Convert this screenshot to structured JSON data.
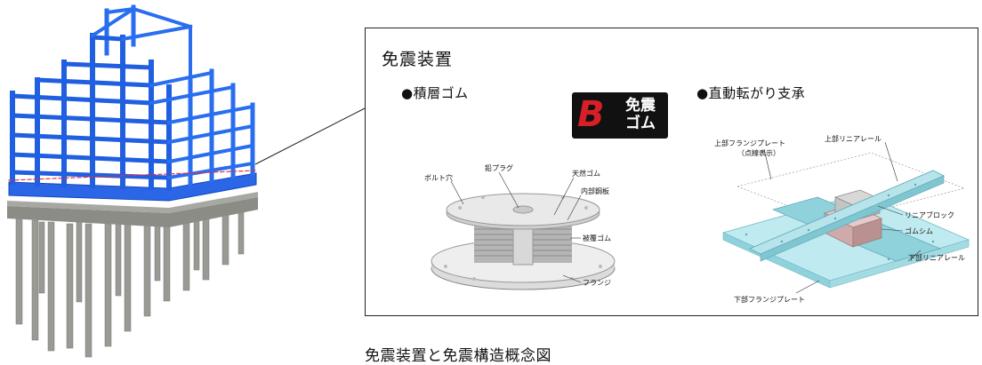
{
  "panel": {
    "title": "免震装置",
    "left_subtitle": "●積層ゴム",
    "right_subtitle": "●直動転がり支承"
  },
  "logo": {
    "text_line1": "免震",
    "text_line2": "ゴム"
  },
  "isolator_labels": {
    "bolt_hole": "ボルト穴",
    "lead_plug": "鉛プラグ",
    "natural_rubber": "天然ゴム",
    "inner_steel_plate": "内部鋼板",
    "cover_rubber": "被覆ゴム",
    "flange": "フランジ"
  },
  "slider_labels": {
    "upper_flange_plate": "上部フランジプレート",
    "dashed_note": "（点線表示）",
    "upper_linear_rail": "上部リニアレール",
    "linear_block": "リニアブロック",
    "rubber_shim": "ゴムシム",
    "lower_linear_rail": "下部リニアレール",
    "lower_flange_plate": "下部フランジプレート"
  },
  "caption": "免震装置と免震構造概念図",
  "colors": {
    "frame_blue": "#1f5fe0",
    "frame_dark": "#0b3aa8",
    "concrete": "#8c8c86",
    "logo_red": "#d61f26",
    "slider_cyan": "#a9e3ea",
    "slider_pink": "#d9b7b7"
  }
}
